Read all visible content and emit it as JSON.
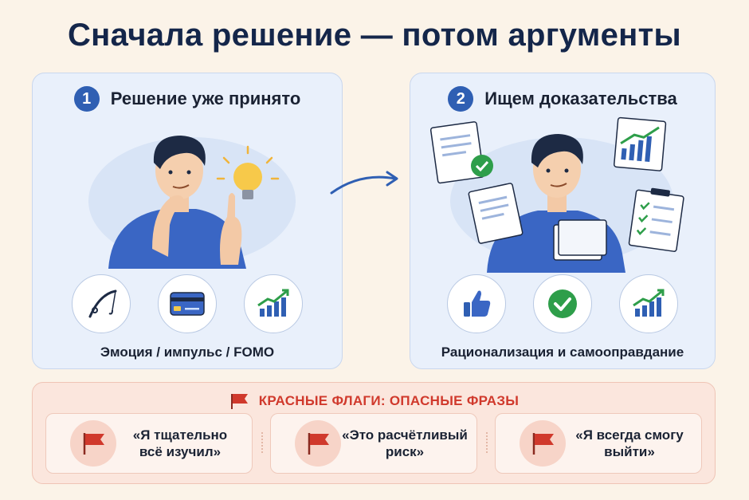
{
  "title": "Сначала решение — потом аргументы",
  "panel1": {
    "number": "1",
    "title": "Решение уже принято",
    "icons": [
      "fishing-rod-icon",
      "credit-card-icon",
      "growth-chart-icon"
    ],
    "caption": "Эмоция / импульс / FOMO"
  },
  "panel2": {
    "number": "2",
    "title": "Ищем доказательства",
    "icons": [
      "thumbs-up-icon",
      "check-icon",
      "growth-chart-icon"
    ],
    "caption": "Рационализация и самооправдание"
  },
  "red_flags": {
    "title": "КРАСНЫЕ ФЛАГИ: ОПАСНЫЕ ФРАЗЫ",
    "items": [
      {
        "text": "«Я тщательно\nвсё изучил»"
      },
      {
        "text": "«Это расчётливый\nриск»"
      },
      {
        "text": "«Я всегда смогу\nвыйти»"
      }
    ]
  },
  "colors": {
    "accent_blue": "#2f5fb3",
    "flag_red": "#d0392c",
    "check_green": "#2e9e4a",
    "background": "#fbf3e8"
  }
}
